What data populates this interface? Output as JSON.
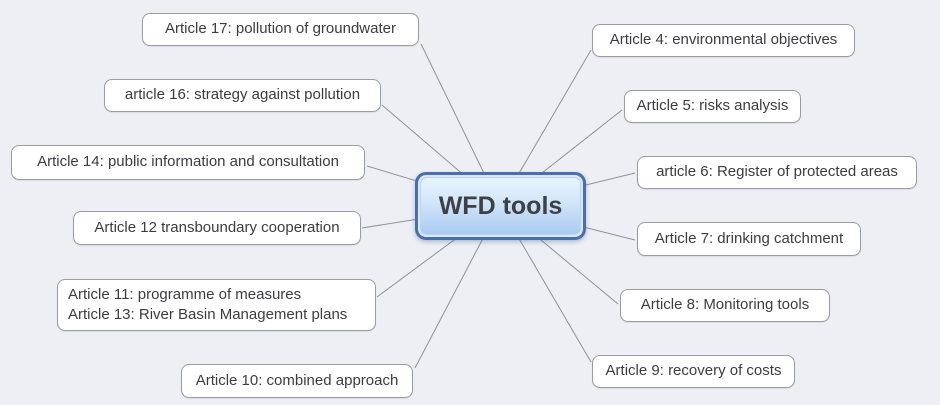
{
  "central": {
    "label": "WFD tools"
  },
  "topics": [
    {
      "id": "article-17",
      "side": "left",
      "label": "Article 17: pollution of groundwater"
    },
    {
      "id": "article-16",
      "side": "left",
      "label": "article 16: strategy against pollution"
    },
    {
      "id": "article-14",
      "side": "left",
      "label": "Article 14: public information and consultation"
    },
    {
      "id": "article-12",
      "side": "left",
      "label": "Article 12 transboundary cooperation"
    },
    {
      "id": "article-11-13",
      "side": "left",
      "label": "Article 11: programme of measures\nArticle 13: River Basin Management plans"
    },
    {
      "id": "article-10",
      "side": "left",
      "label": "Article 10: combined approach"
    },
    {
      "id": "article-4",
      "side": "right",
      "label": "Article 4: environmental objectives"
    },
    {
      "id": "article-5",
      "side": "right",
      "label": "Article 5: risks analysis"
    },
    {
      "id": "article-6",
      "side": "right",
      "label": "article 6:  Register of protected areas"
    },
    {
      "id": "article-7",
      "side": "right",
      "label": "Article 7: drinking catchment"
    },
    {
      "id": "article-8",
      "side": "right",
      "label": "Article 8: Monitoring tools"
    },
    {
      "id": "article-9",
      "side": "right",
      "label": "Article 9: recovery of costs"
    }
  ],
  "connections": [
    {
      "from": "wfd-tools",
      "to": "article-17"
    },
    {
      "from": "wfd-tools",
      "to": "article-16"
    },
    {
      "from": "wfd-tools",
      "to": "article-14"
    },
    {
      "from": "wfd-tools",
      "to": "article-12"
    },
    {
      "from": "wfd-tools",
      "to": "article-11-13"
    },
    {
      "from": "wfd-tools",
      "to": "article-10"
    },
    {
      "from": "wfd-tools",
      "to": "article-4"
    },
    {
      "from": "wfd-tools",
      "to": "article-5"
    },
    {
      "from": "wfd-tools",
      "to": "article-6"
    },
    {
      "from": "wfd-tools",
      "to": "article-7"
    },
    {
      "from": "wfd-tools",
      "to": "article-8"
    },
    {
      "from": "wfd-tools",
      "to": "article-9"
    }
  ],
  "colors": {
    "background": "#edeff5",
    "topic_fill": "#ffffff",
    "topic_border": "#9b9ba3",
    "connector": "#8d929b",
    "central_border": "#4a6fae",
    "central_fill_top": "#e8f3fe",
    "central_fill_bottom": "#a9cbf0",
    "text": "#3c3c41"
  }
}
